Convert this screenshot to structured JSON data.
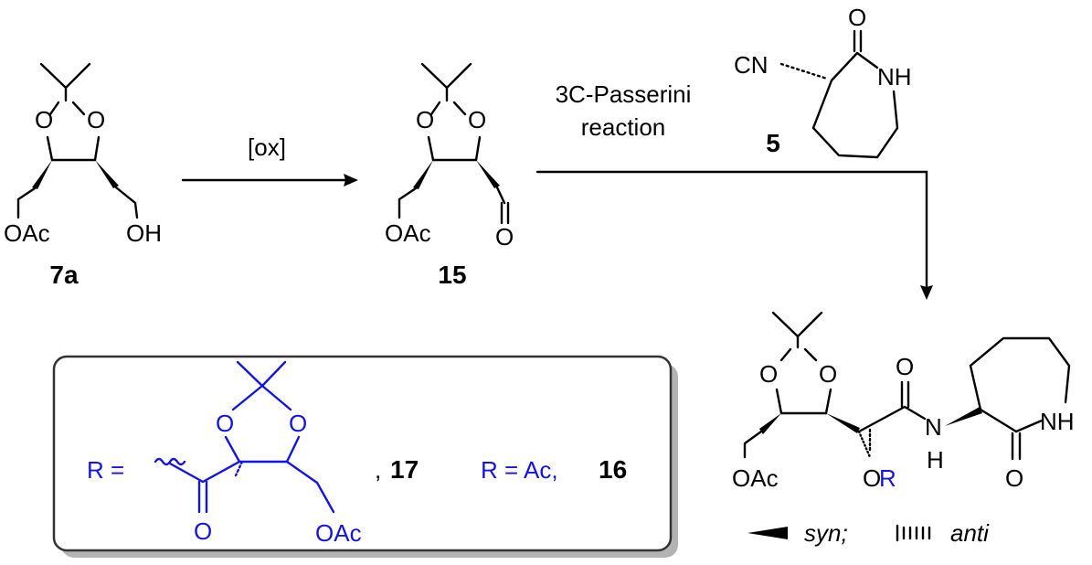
{
  "compounds": {
    "c7a": {
      "label": "7a",
      "oac": "OAc",
      "oh": "OH",
      "o": "O"
    },
    "c15": {
      "label": "15",
      "oac": "OAc",
      "o": "O"
    },
    "c5": {
      "label": "5",
      "cn": "CN",
      "nh": "NH",
      "o": "O"
    },
    "product": {
      "oac": "OAc",
      "o": "O",
      "or_o": "O",
      "or_r": "R",
      "n": "N",
      "h": "H",
      "nh": "NH"
    }
  },
  "reactions": {
    "ox_condition": "[ox]",
    "passerini_line1": "3C-Passerini",
    "passerini_line2": "reaction"
  },
  "r_groups": {
    "r_eq": "R =",
    "o": "O",
    "oac": "OAc",
    "comma": ",",
    "label_17": "17",
    "r_ac": "R = Ac,",
    "label_16": "16"
  },
  "stereo_legend": {
    "syn": "syn;",
    "anti": "anti"
  },
  "colors": {
    "accent_blue": "#1414e6",
    "box_border": "#333333",
    "box_shadow": "#999999"
  }
}
